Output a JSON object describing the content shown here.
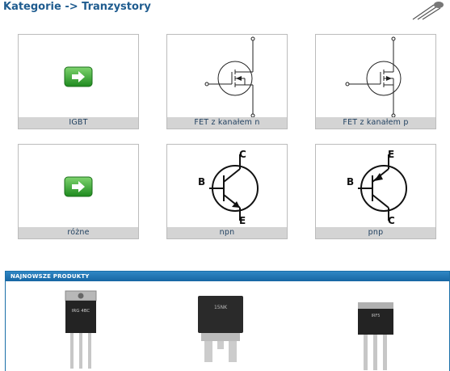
{
  "header": {
    "title": "Kategorie -> Tranzystory"
  },
  "categories": [
    {
      "label": "IGBT",
      "icon": "arrow-right-icon"
    },
    {
      "label": "FET z kanałem n",
      "icon": "fet-n-channel-symbol"
    },
    {
      "label": "FET z kanałem p",
      "icon": "fet-p-channel-symbol"
    },
    {
      "label": "różne",
      "icon": "arrow-right-icon"
    },
    {
      "label": "npn",
      "icon": "npn-transistor-symbol"
    },
    {
      "label": "pnp",
      "icon": "pnp-transistor-symbol"
    }
  ],
  "npn_pins": {
    "b": "B",
    "c": "C",
    "e": "E"
  },
  "pnp_pins": {
    "b": "B",
    "c": "C",
    "e": "E"
  },
  "new_products": {
    "title": "NAJNOWSZE PRODUKTY",
    "items": [
      {
        "image": "to220-transistor-image",
        "marking": "IRG 4BC"
      },
      {
        "image": "d2pak-transistor-image",
        "marking": "15NK"
      },
      {
        "image": "ipak-transistor-image",
        "marking": "IRF5"
      }
    ]
  },
  "colors": {
    "title": "#1f5c8f",
    "tile_label_bg": "#d4d4d4",
    "panel_header": "#1a6fa8",
    "arrow_button": "#2e9b2e"
  }
}
